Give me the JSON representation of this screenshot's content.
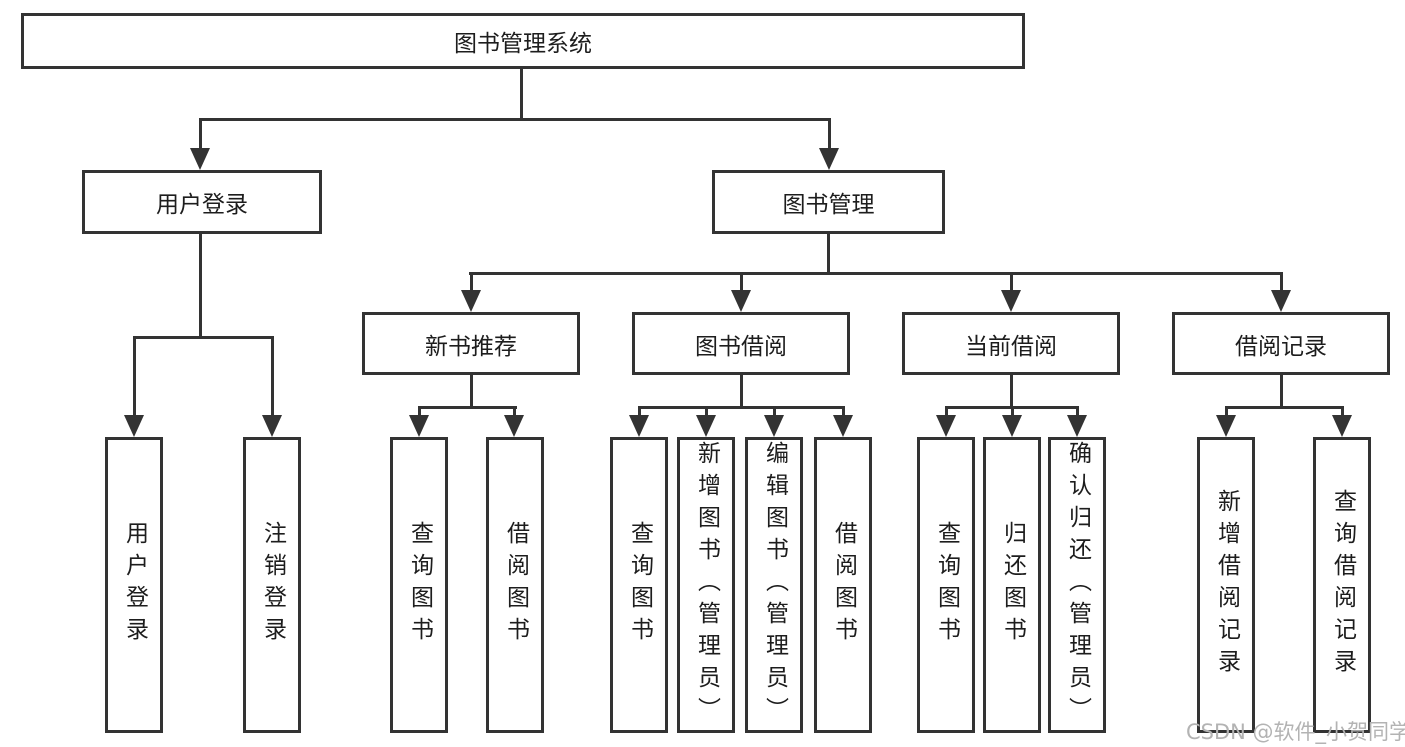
{
  "colors": {
    "line": "#333333",
    "box_border": "#333333",
    "text": "#1d1d1d",
    "watermark": "#b3b3b3",
    "background": "#ffffff"
  },
  "watermark": {
    "text": "CSDN @软件_小贺同学"
  },
  "diagram": {
    "type": "hierarchy-tree",
    "root": {
      "label": "图书管理系统"
    },
    "level2": [
      {
        "label": "用户登录"
      },
      {
        "label": "图书管理"
      }
    ],
    "level3": [
      {
        "parent": "图书管理",
        "label": "新书推荐"
      },
      {
        "parent": "图书管理",
        "label": "图书借阅"
      },
      {
        "parent": "图书管理",
        "label": "当前借阅"
      },
      {
        "parent": "图书管理",
        "label": "借阅记录"
      }
    ],
    "leaves": [
      {
        "parent": "用户登录",
        "label": "用户登录"
      },
      {
        "parent": "用户登录",
        "label": "注销登录"
      },
      {
        "parent": "新书推荐",
        "label": "查询图书"
      },
      {
        "parent": "新书推荐",
        "label": "借阅图书"
      },
      {
        "parent": "图书借阅",
        "label": "查询图书"
      },
      {
        "parent": "图书借阅",
        "label": "新增图书（管理员）"
      },
      {
        "parent": "图书借阅",
        "label": "编辑图书（管理员）"
      },
      {
        "parent": "图书借阅",
        "label": "借阅图书"
      },
      {
        "parent": "当前借阅",
        "label": "查询图书"
      },
      {
        "parent": "当前借阅",
        "label": "归还图书"
      },
      {
        "parent": "当前借阅",
        "label": "确认归还（管理员）"
      },
      {
        "parent": "借阅记录",
        "label": "新增借阅记录"
      },
      {
        "parent": "借阅记录",
        "label": "查询借阅记录"
      }
    ]
  }
}
